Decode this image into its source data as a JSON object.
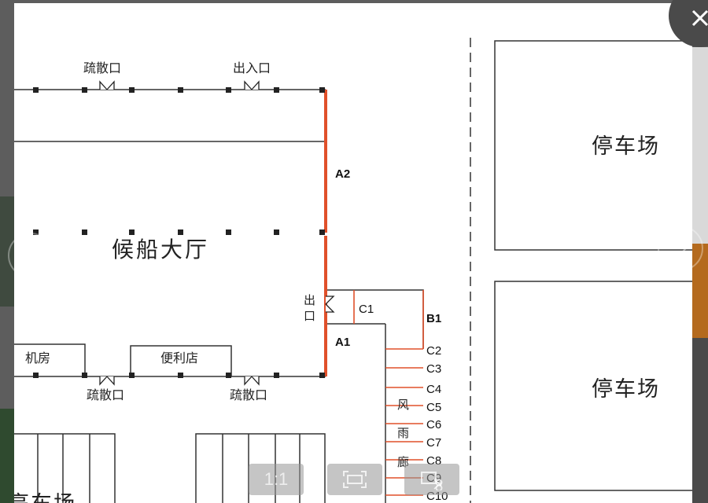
{
  "map": {
    "hall_label": "候船大厅",
    "parking_label_1": "停车场",
    "parking_label_2": "停车场",
    "bottom_parking_partial": "亭车场",
    "evac_top": "疏散口",
    "entrance_top": "出入口",
    "evac_bottom_1": "疏散口",
    "evac_bottom_2": "疏散口",
    "machine_room": "机房",
    "convenience_store": "便利店",
    "exit_label_1": "出",
    "exit_label_2": "口",
    "gate_a1": "A1",
    "gate_a2": "A2",
    "gate_b1": "B1",
    "corridor_chars": [
      "风",
      "雨",
      "廊"
    ],
    "c_labels": [
      "C1",
      "C2",
      "C3",
      "C4",
      "C5",
      "C6",
      "C7",
      "C8",
      "C9",
      "C10"
    ]
  },
  "controls": {
    "actual_size_label": "1:1",
    "fit_icon": "fit-screen-icon",
    "crop_icon": "crop-scissors-icon"
  },
  "viewer": {
    "close_icon": "close-icon",
    "prev_icon": "chevron-left-icon",
    "next_icon": "chevron-right-icon"
  },
  "colors": {
    "accent_orange": "#e0502a",
    "line": "#333333"
  }
}
